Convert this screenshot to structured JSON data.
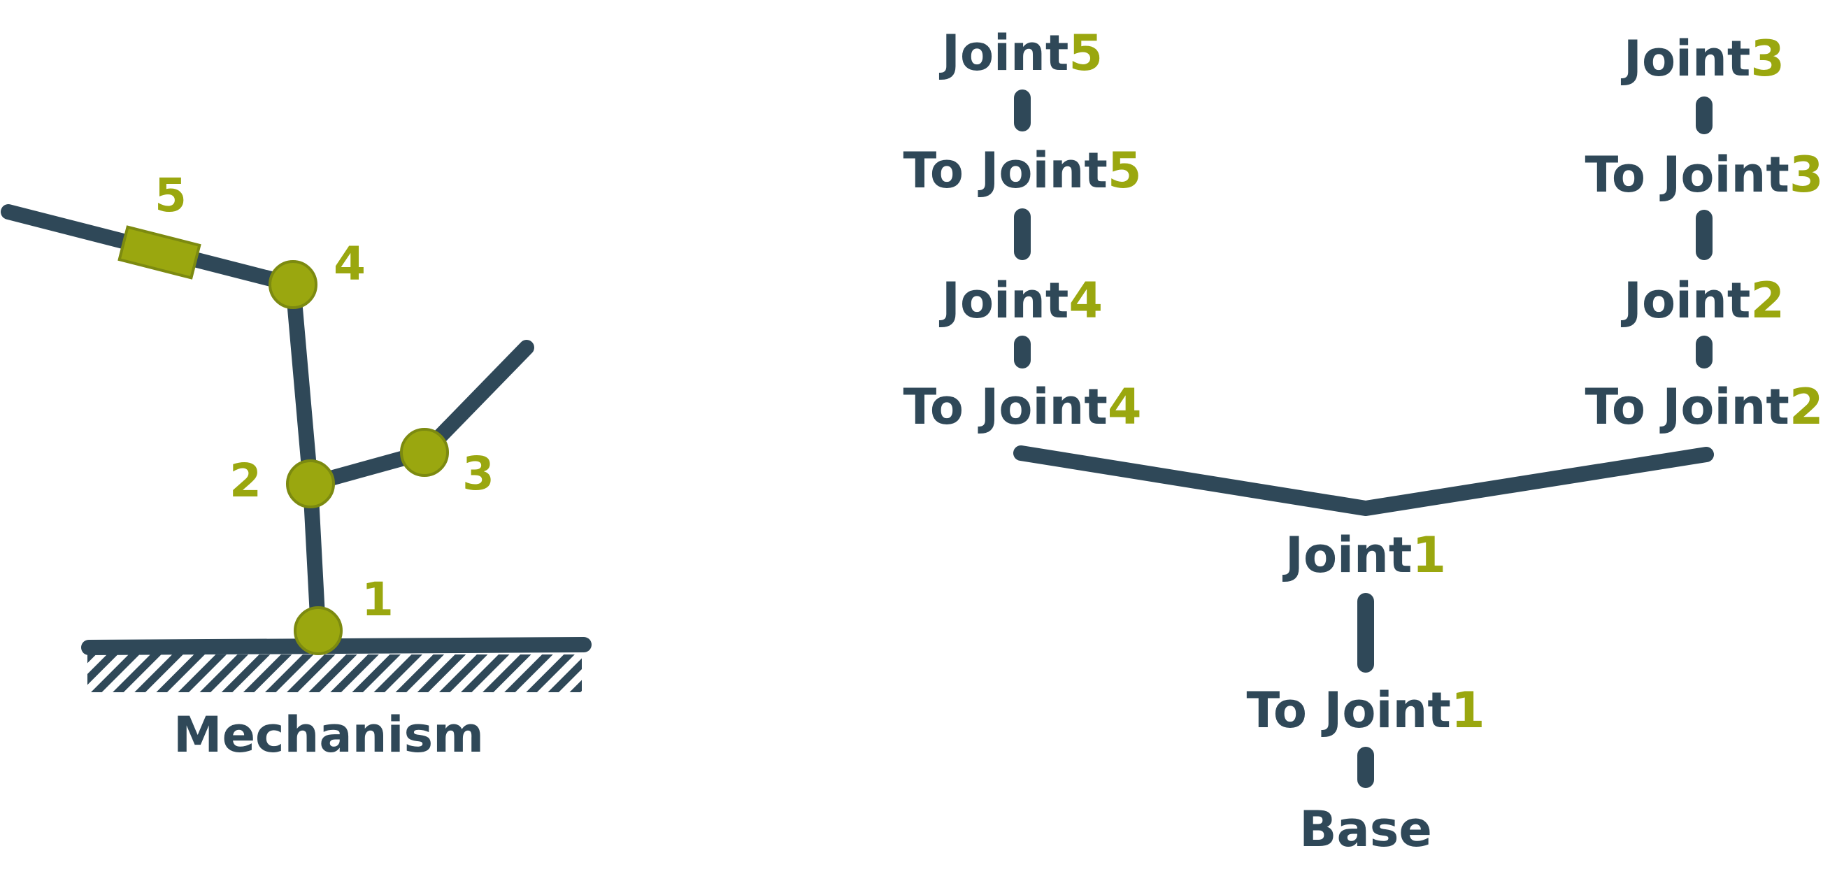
{
  "colors": {
    "link": "#2f4858",
    "joint_fill": "#9aa70f",
    "joint_stroke": "#7c8a10",
    "text_dark": "#2f4858",
    "text_accent": "#9aa70f",
    "background": "#ffffff"
  },
  "mechanism": {
    "caption": "Mechanism",
    "joint_labels": {
      "j1": "1",
      "j2": "2",
      "j3": "3",
      "j4": "4",
      "j5": "5"
    },
    "ground_icon": "hatched-ground-icon"
  },
  "tree": {
    "right_branch": {
      "joint3": {
        "word": "Joint",
        "num": "3"
      },
      "to_joint3": {
        "word": "To Joint",
        "num": "3"
      },
      "joint2": {
        "word": "Joint",
        "num": "2"
      },
      "to_joint2": {
        "word": "To Joint",
        "num": "2"
      }
    },
    "left_branch": {
      "joint5": {
        "word": "Joint",
        "num": "5"
      },
      "to_joint5": {
        "word": "To Joint",
        "num": "5"
      },
      "joint4": {
        "word": "Joint",
        "num": "4"
      },
      "to_joint4": {
        "word": "To Joint",
        "num": "4"
      }
    },
    "trunk": {
      "joint1": {
        "word": "Joint",
        "num": "1"
      },
      "to_joint1": {
        "word": "To Joint",
        "num": "1"
      },
      "base": "Base"
    }
  }
}
